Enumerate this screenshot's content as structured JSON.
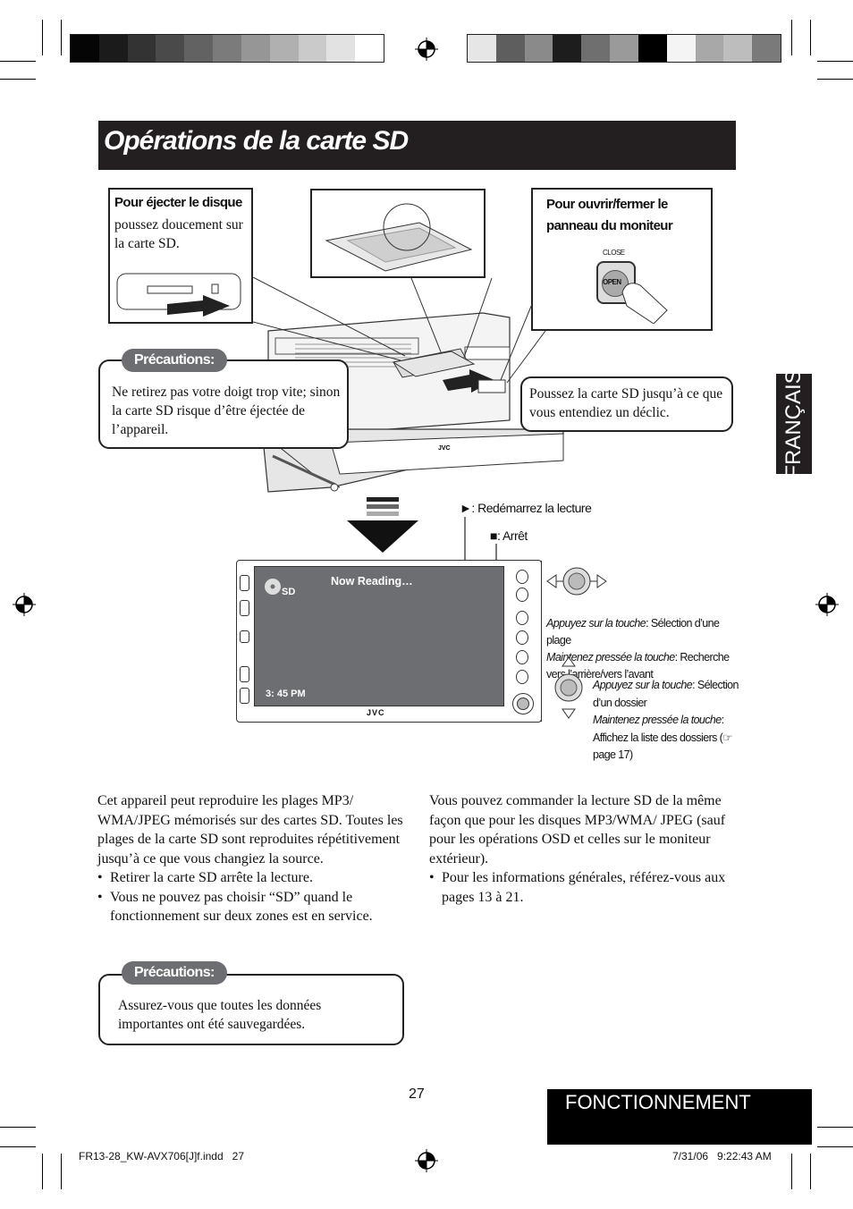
{
  "header": {
    "title": "Opérations de la carte SD"
  },
  "side_tab": {
    "label": "FRANÇAIS"
  },
  "eject_box": {
    "title": "Pour éjecter le disque",
    "body": "poussez doucement sur la carte SD."
  },
  "panel_box": {
    "title": "Pour ouvrir/fermer le panneau du moniteur",
    "close_label": "CLOSE",
    "open_label": "OPEN"
  },
  "caution1": {
    "label": "Précautions:",
    "body": "Ne retirez pas votre doigt trop vite; sinon la carte SD risque d’être éjectée de l’appareil."
  },
  "push_box": {
    "body": "Poussez la carte SD jusqu’à ce que vous entendiez un déclic."
  },
  "screen": {
    "source": "SD",
    "status": "Now Reading…",
    "clock": "3: 45 PM",
    "brand": "JVC"
  },
  "callouts": {
    "play": "►: Redémarrez la lecture",
    "stop": "■: Arrêt",
    "track_press_label": "Appuyez sur la touche",
    "track_press_value": "Sélection d’une plage",
    "track_hold_label": "Maintenez pressée la touche",
    "track_hold_value": "Recherche vers l’arrière/vers l’avant",
    "folder_press_label": "Appuyez sur la touche",
    "folder_press_value": "Sélection d’un dossier",
    "folder_hold_label": "Maintenez pressée la touche",
    "folder_hold_value": "Affichez la liste des dossiers (☞ page 17)"
  },
  "left_column": {
    "paragraph": "Cet appareil peut reproduire les plages MP3/ WMA/JPEG mémorisés sur des cartes SD. Toutes les plages de la carte SD sont reproduites répétitivement jusqu’à ce que vous changiez la source.",
    "bullets": [
      "Retirer la carte SD arrête la lecture.",
      "Vous ne pouvez pas choisir “SD” quand le fonctionnement sur deux zones est en service."
    ]
  },
  "caution2": {
    "label": "Précautions:",
    "body": "Assurez-vous que toutes les données importantes ont été sauvegardées."
  },
  "right_column": {
    "paragraph": "Vous pouvez commander la lecture SD de la même façon que pour les disques MP3/WMA/ JPEG (sauf pour les opérations OSD et celles sur le moniteur extérieur).",
    "bullets": [
      "Pour les informations générales, référez-vous aux pages 13 à 21."
    ]
  },
  "footer": {
    "page_number": "27",
    "section": "FONCTIONNEMENT",
    "file": "FR13-28_KW-AVX706[J]f.indd   27",
    "date": "7/31/06   9:22:43 AM"
  }
}
